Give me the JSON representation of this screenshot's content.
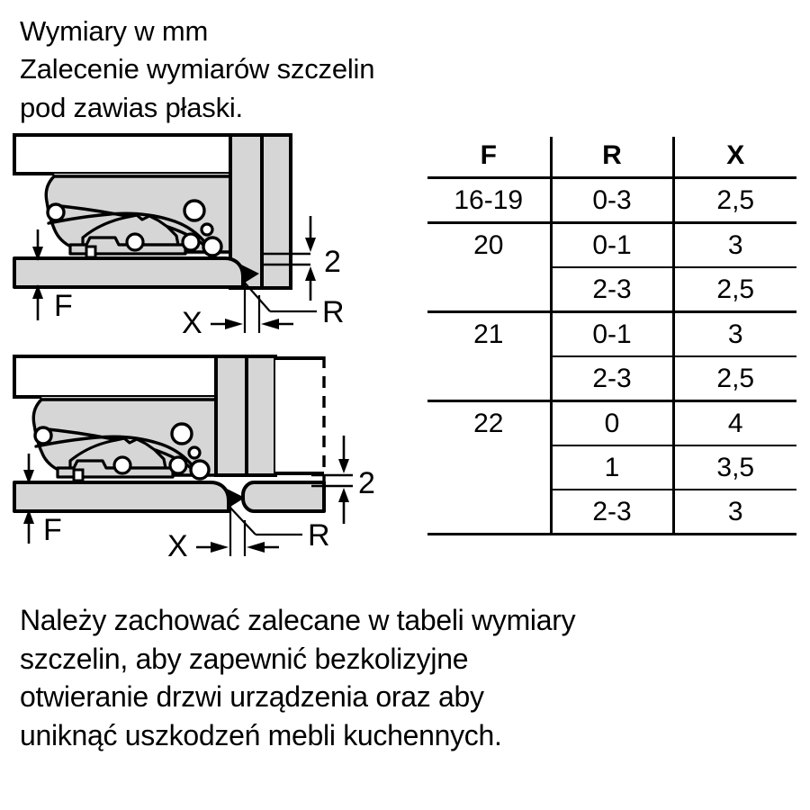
{
  "heading": {
    "text": "Wymiary w mm\nZalecenie wymiarów szczelin\npod zawias płaski."
  },
  "diagrams": {
    "upper": {
      "label_f": "F",
      "label_x": "X",
      "label_r": "R",
      "label_gap": "2"
    },
    "lower": {
      "label_f": "F",
      "label_x": "X",
      "label_r": "R",
      "label_gap": "2"
    }
  },
  "table": {
    "headers": [
      "F",
      "R",
      "X"
    ],
    "rows": [
      {
        "f": "16-19",
        "r": "0-3",
        "x": "2,5",
        "group_start": true
      },
      {
        "f": "20",
        "r": "0-1",
        "x": "3",
        "group_start": true
      },
      {
        "f": "",
        "r": "2-3",
        "x": "2,5",
        "group_start": false
      },
      {
        "f": "21",
        "r": "0-1",
        "x": "3",
        "group_start": true
      },
      {
        "f": "",
        "r": "2-3",
        "x": "2,5",
        "group_start": false
      },
      {
        "f": "22",
        "r": "0",
        "x": "4",
        "group_start": true
      },
      {
        "f": "",
        "r": "1",
        "x": "3,5",
        "group_start": false
      },
      {
        "f": "",
        "r": "2-3",
        "x": "3",
        "group_start": false
      }
    ]
  },
  "closing_note": {
    "text": "Należy zachować zalecane w tabeli wymiary\nszczelin, aby zapewnić bezkolizyjne\notwieranie drzwi urządzenia oraz aby\nuniknąć uszkodzeń mebli kuchennych."
  },
  "colors": {
    "line": "#000000",
    "fill_gray": "#d6d6d6",
    "background": "#ffffff"
  }
}
